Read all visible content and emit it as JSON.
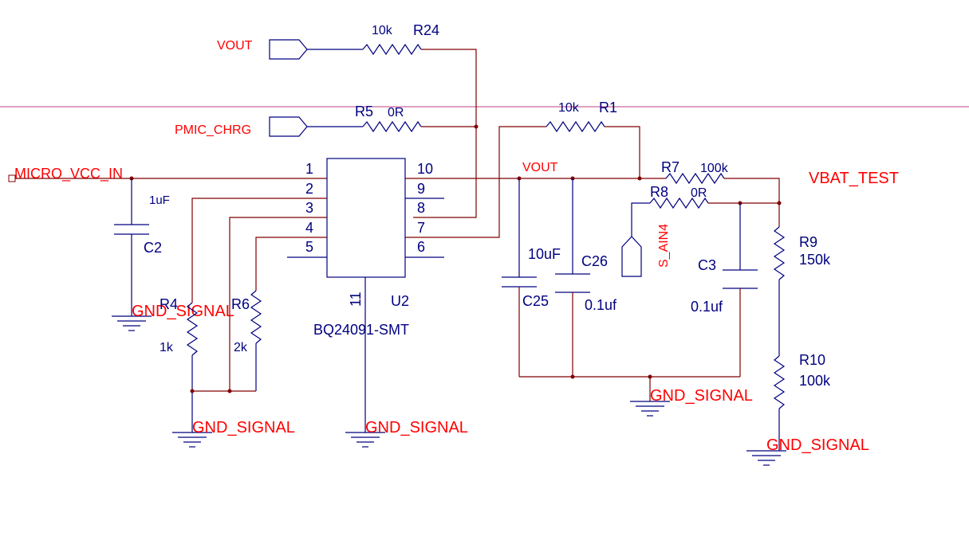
{
  "nets": {
    "vout_port": "VOUT",
    "pmic_chrg": "PMIC_CHRG",
    "micro_vcc_in": "MICRO_VCC_IN",
    "vout_rail": "VOUT",
    "vbat_test": "VBAT_TEST",
    "s_ain4": "S_AIN4",
    "gnd": "GND_SIGNAL"
  },
  "components": {
    "r24": {
      "ref": "R24",
      "value": "10k"
    },
    "r5": {
      "ref": "R5",
      "value": "0R"
    },
    "r1": {
      "ref": "R1",
      "value": "10k"
    },
    "r7": {
      "ref": "R7",
      "value": "100k"
    },
    "r8": {
      "ref": "R8",
      "value": "0R"
    },
    "r9": {
      "ref": "R9",
      "value": "150k"
    },
    "r10": {
      "ref": "R10",
      "value": "100k"
    },
    "r4": {
      "ref": "R4",
      "value": "1k"
    },
    "r6": {
      "ref": "R6",
      "value": "2k"
    },
    "c2": {
      "ref": "C2",
      "value": "1uF"
    },
    "c25": {
      "ref": "C25",
      "value": "10uF"
    },
    "c26": {
      "ref": "C26",
      "value": "0.1uf"
    },
    "c3": {
      "ref": "C3",
      "value": "0.1uf"
    },
    "u2": {
      "ref": "U2",
      "part": "BQ24091-SMT"
    }
  },
  "u2_pins": [
    "1",
    "2",
    "3",
    "4",
    "5",
    "6",
    "7",
    "8",
    "9",
    "10",
    "11"
  ],
  "colors": {
    "wire": "#800000",
    "component": "#000080",
    "net_label": "#ff0000",
    "guide_line": "#c04080"
  }
}
